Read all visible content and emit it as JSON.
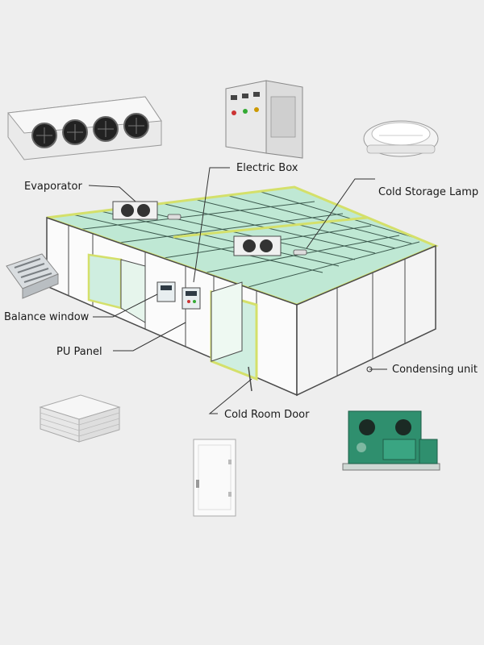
{
  "labels": {
    "evaporator": "Evaporator",
    "electric_box": "Electric Box",
    "cold_storage_lamp": "Cold Storage Lamp",
    "balance_window": "Balance window",
    "pu_panel": "PU Panel",
    "condensing_unit": "Condensing unit",
    "cold_room_door": "Cold Room Door"
  },
  "colors": {
    "background": "#eeeeee",
    "floor": "#bfe8d4",
    "wall": "#fbfbfb",
    "frame": "#d4e06a",
    "outline": "#4a4a4a",
    "unit_green": "#2f8f6e"
  }
}
